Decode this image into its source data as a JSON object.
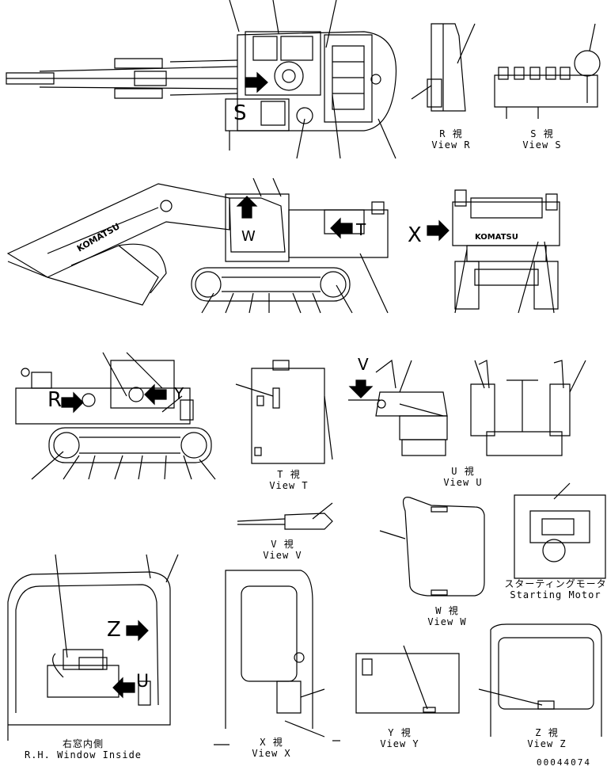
{
  "views": {
    "r": {
      "jp": "R 視",
      "en": "View R"
    },
    "s": {
      "jp": "S 視",
      "en": "View S"
    },
    "t": {
      "jp": "T 視",
      "en": "View T"
    },
    "u": {
      "jp": "U 視",
      "en": "View U"
    },
    "v": {
      "jp": "V 視",
      "en": "View V"
    },
    "w": {
      "jp": "W 視",
      "en": "View W"
    },
    "x": {
      "jp": "X 視",
      "en": "View X"
    },
    "y": {
      "jp": "Y 視",
      "en": "View Y"
    },
    "z": {
      "jp": "Z 視",
      "en": "View Z"
    },
    "starting_motor": {
      "jp": "スターティングモータ",
      "en": "Starting Motor"
    },
    "window_inside": {
      "jp": "右窓内側",
      "en": "R.H. Window Inside"
    }
  },
  "markers": {
    "s": "S",
    "r": "R",
    "w": "W",
    "x": "X",
    "y": "Y",
    "t": "T",
    "u": "U",
    "v": "V",
    "z": "Z"
  },
  "brand": "KOMATSU",
  "drawing_code": "00044074",
  "colors": {
    "line": "#000000",
    "background": "#ffffff"
  }
}
